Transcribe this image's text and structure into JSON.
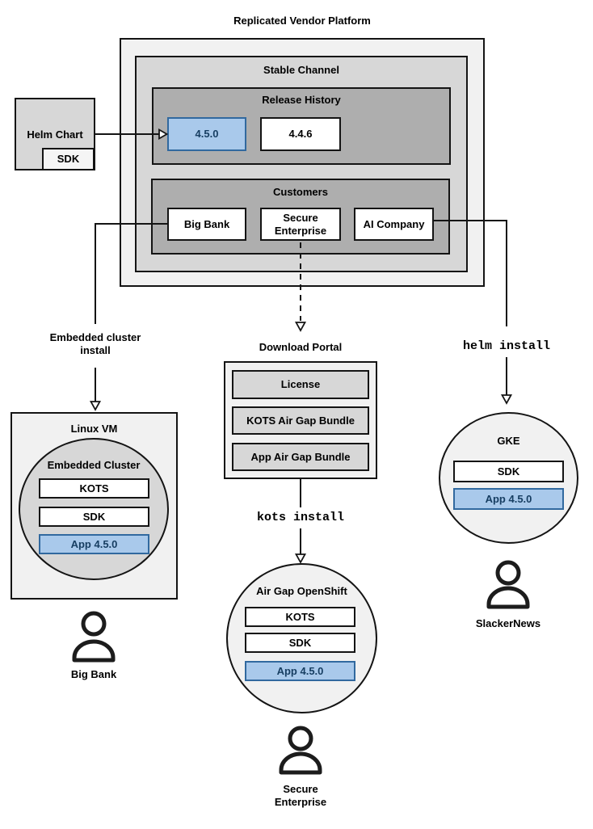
{
  "colors": {
    "highlight_fill": "#a9c9eb",
    "highlight_border": "#31699f",
    "highlight_text": "#173e62"
  },
  "title": "Replicated Vendor Platform",
  "platform": {
    "stable_channel_label": "Stable Channel",
    "release_history_label": "Release History",
    "release_current": "4.5.0",
    "release_previous": "4.4.6",
    "customers_label": "Customers",
    "customer_big_bank": "Big Bank",
    "customer_secure_enterprise": "Secure Enterprise",
    "customer_ai_company": "AI Company"
  },
  "helm_chart": {
    "label": "Helm Chart",
    "sdk_label": "SDK"
  },
  "edges": {
    "embedded_install": "Embedded cluster install",
    "kots_install": "kots install",
    "helm_install": "helm install"
  },
  "download_portal": {
    "title": "Download Portal",
    "license": "License",
    "kots_bundle": "KOTS Air Gap Bundle",
    "app_bundle": "App Air Gap Bundle"
  },
  "linux_vm": {
    "title": "Linux VM",
    "cluster_title": "Embedded Cluster",
    "kots": "KOTS",
    "sdk": "SDK",
    "app": "App 4.5.0",
    "user": "Big Bank"
  },
  "air_gap_openshift": {
    "title": "Air Gap OpenShift",
    "kots": "KOTS",
    "sdk": "SDK",
    "app": "App 4.5.0",
    "user": "Secure Enterprise"
  },
  "gke": {
    "title": "GKE",
    "sdk": "SDK",
    "app": "App 4.5.0",
    "user": "SlackerNews"
  }
}
